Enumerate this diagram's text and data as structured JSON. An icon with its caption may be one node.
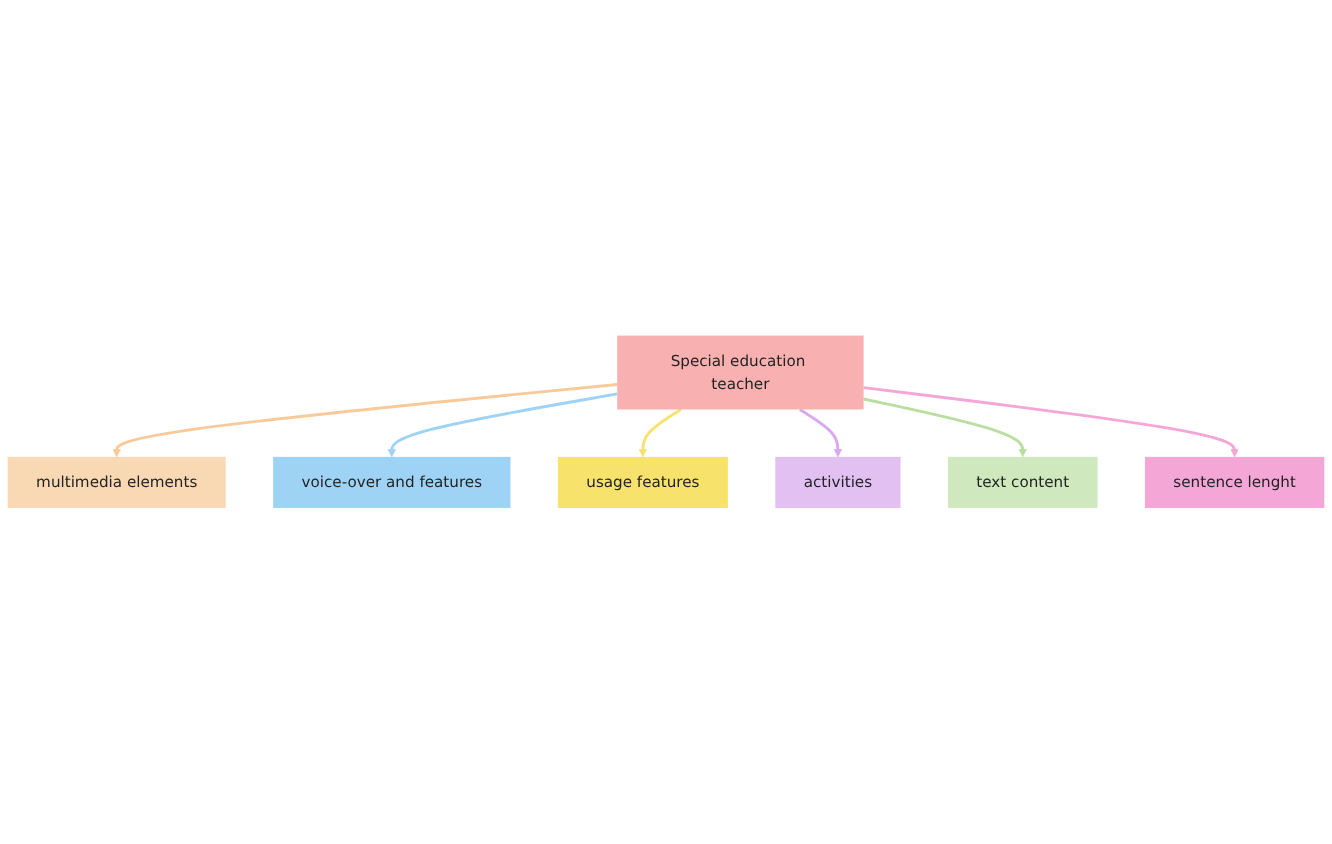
{
  "diagram": {
    "nodes": [
      {
        "text": [
          "Special education teacher"
        ]
      },
      {
        "text": [
          "voice-over and features"
        ]
      },
      {
        "text": [
          "multimedia elements"
        ]
      },
      {
        "text": [
          "usage features"
        ]
      },
      {
        "text": [
          "activities"
        ]
      },
      {
        "text": [
          "sentence lenght"
        ]
      },
      {
        "text": [
          "text content"
        ]
      }
    ],
    "edges": [
      {
        "from": 0,
        "to": 2,
        "arrow": "to",
        "color": "#f9c99a"
      },
      {
        "from": 0,
        "to": 1,
        "arrow": "to",
        "color": "#9fd3f5"
      },
      {
        "from": 0,
        "to": 3,
        "arrow": "to",
        "color": "#f7e36b"
      },
      {
        "from": 0,
        "to": 4,
        "arrow": "to",
        "color": "#d9a9ee"
      },
      {
        "from": 0,
        "to": 6,
        "arrow": "to",
        "color": "#b9dea0"
      },
      {
        "from": 0,
        "to": 5,
        "arrow": "to",
        "color": "#f4a6d7"
      }
    ]
  }
}
